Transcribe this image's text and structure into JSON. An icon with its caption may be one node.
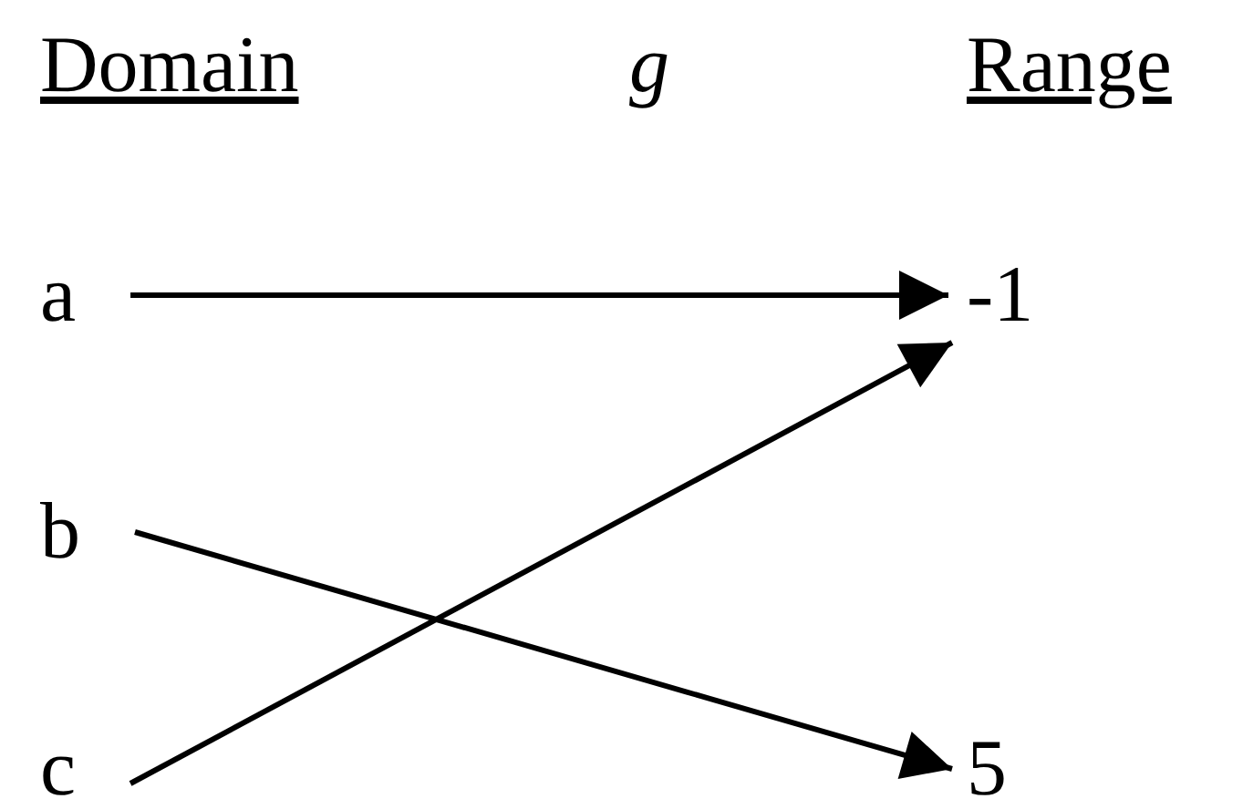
{
  "diagram": {
    "nodes": [
      {
        "text": [
          "a"
        ]
      },
      {
        "text": [
          "b"
        ]
      },
      {
        "text": [
          "c"
        ]
      },
      {
        "text": [
          "-1"
        ]
      },
      {
        "text": [
          "5"
        ]
      }
    ],
    "edges": [
      {
        "from": 0,
        "to": 3,
        "arrow": "to"
      },
      {
        "from": 2,
        "to": 3,
        "arrow": "to"
      },
      {
        "from": 1,
        "to": 4,
        "arrow": "to"
      }
    ],
    "labels": [
      "Domain",
      "g",
      "Range"
    ]
  }
}
